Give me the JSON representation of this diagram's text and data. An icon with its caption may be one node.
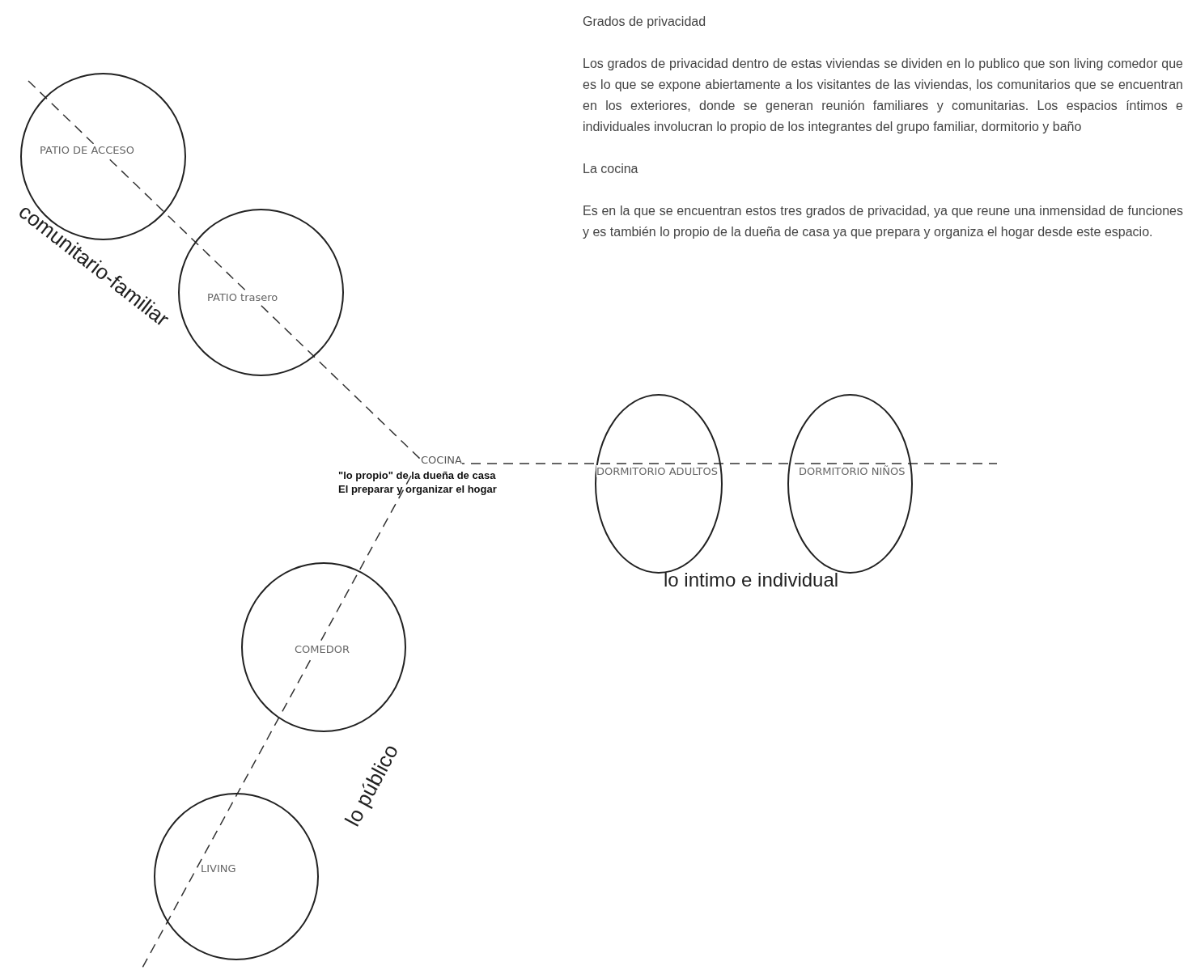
{
  "diagram": {
    "title": "Grados de privacidad",
    "nodes": [
      {
        "text": [
          "PATIO DE ACCESO"
        ]
      },
      {
        "text": [
          "PATIO trasero"
        ]
      },
      {
        "text": [
          "COCINA"
        ],
        "beside": [
          "\"lo propio\" de la dueña de casa El preparar y organizar el hogar"
        ]
      },
      {
        "text": [
          "DORMITORIO ADULTOS"
        ]
      },
      {
        "text": [
          "DORMITORIO NIÑOS"
        ]
      },
      {
        "text": [
          "COMEDOR"
        ]
      },
      {
        "text": [
          "LIVING"
        ]
      }
    ],
    "labels": [
      "Los grados de privacidad dentro de estas viviendas  se dividen en lo publico que son living comedor que es lo que se expone abiertamente a los visitantes de las viviendas, los comunitarios que se encuentran en los exteriores, donde se generan reunión familiares y comunitarias. Los espacios íntimos e individuales involucran lo propio de los integrantes del grupo familiar, dormitorio y baño",
      "La cocina",
      "Es en la que se encuentran estos tres grados de privacidad, ya que reune una inmensidad de funciones y es también lo propio de la dueña de casa ya que prepara y organiza el hogar desde este espacio.",
      "comunitario-familiar",
      "lo intimo e individual",
      "lo público"
    ]
  }
}
